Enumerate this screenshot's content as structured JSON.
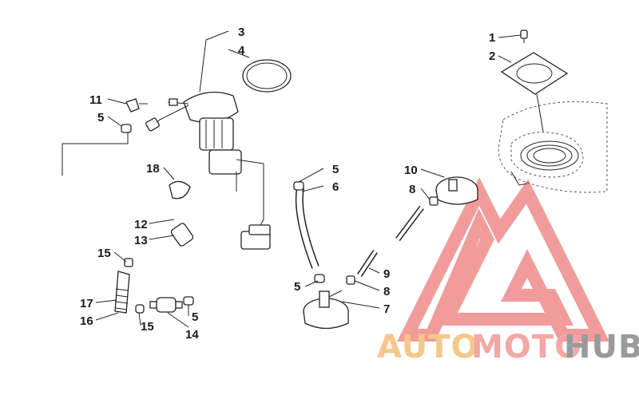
{
  "callouts": [
    {
      "id": "c1",
      "label": "1"
    },
    {
      "id": "c2",
      "label": "2"
    },
    {
      "id": "c3",
      "label": "3"
    },
    {
      "id": "c4",
      "label": "4"
    },
    {
      "id": "c5a",
      "label": "5"
    },
    {
      "id": "c5b",
      "label": "5"
    },
    {
      "id": "c5c",
      "label": "5"
    },
    {
      "id": "c5d",
      "label": "5"
    },
    {
      "id": "c6",
      "label": "6"
    },
    {
      "id": "c7",
      "label": "7"
    },
    {
      "id": "c8a",
      "label": "8"
    },
    {
      "id": "c8b",
      "label": "8"
    },
    {
      "id": "c9",
      "label": "9"
    },
    {
      "id": "c10",
      "label": "10"
    },
    {
      "id": "c11",
      "label": "11"
    },
    {
      "id": "c12",
      "label": "12"
    },
    {
      "id": "c13",
      "label": "13"
    },
    {
      "id": "c14",
      "label": "14"
    },
    {
      "id": "c15a",
      "label": "15"
    },
    {
      "id": "c15b",
      "label": "15"
    },
    {
      "id": "c16",
      "label": "16"
    },
    {
      "id": "c17",
      "label": "17"
    },
    {
      "id": "c18",
      "label": "18"
    }
  ],
  "watermark": {
    "part1": "AUTO",
    "part2": "MOTO",
    "part3": "HUB",
    "color_auto": "#f5c78a",
    "color_moto": "#f4a7a3",
    "color_hub": "#9a9a9a",
    "logo_color": "#f08a8a"
  }
}
